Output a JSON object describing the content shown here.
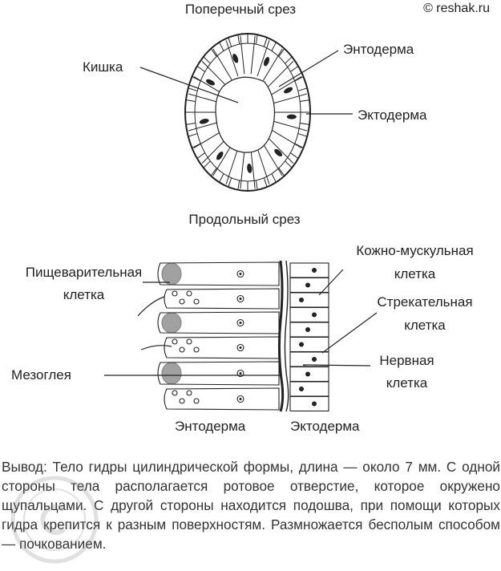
{
  "watermark": "© reshak.ru",
  "cross_section": {
    "title": "Поперечный срез",
    "labels": {
      "gut": "Кишка",
      "endoderm": "Энтодерма",
      "ectoderm": "Эктодерма"
    }
  },
  "long_section": {
    "title": "Продольный срез",
    "labels": {
      "digestive_cell": [
        "Пищеварительная",
        "клетка"
      ],
      "mesoglea": "Мезоглея",
      "skin_muscle_cell": [
        "Кожно-мускульная",
        "клетка"
      ],
      "stinging_cell": [
        "Стрекательная",
        "клетка"
      ],
      "nerve_cell": [
        "Нервная",
        "клетка"
      ],
      "endoderm": "Энтодерма",
      "ectoderm": "Эктодерма"
    }
  },
  "conclusion": "Вывод: Тело гидры цилиндрической формы, длина — около 7 мм. С одной стороны тела располагается ротовое отверстие, которое окружено щупальцами. С другой стороны находится подошва, при помощи которых гидра крепится к разным поверхностям. Размножается бесполым способом — почкованием.",
  "stamp_text": "reshak.ru",
  "colors": {
    "ink": "#222222",
    "text": "#333333"
  }
}
